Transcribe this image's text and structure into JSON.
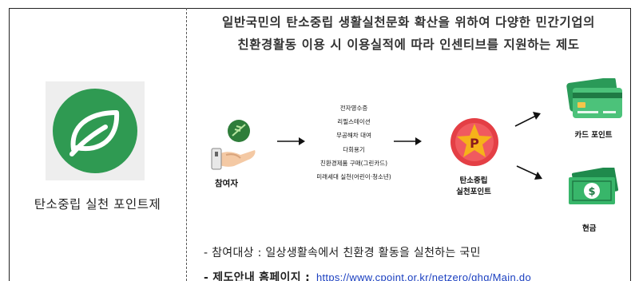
{
  "left": {
    "label": "탄소중립 실천 포인트제",
    "icon": "leaf-icon",
    "color": "#2f9a52"
  },
  "title": {
    "line1": "일반국민의 탄소중립 생활실천문화 확산을 위하여 다양한 민간기업의",
    "line2": "친환경활동 이용 시 이용실적에 따라 인센티브를 지원하는 제도"
  },
  "diagram": {
    "participant": {
      "label": "참여자",
      "icon": "hand-with-leaf-icon"
    },
    "activities": [
      "전자영수증",
      "리필스테이션",
      "무공해차 대여",
      "다회용기",
      "친환경제품 구매(그린카드)",
      "미래세대 실천(어린이·청소년)"
    ],
    "points": {
      "line1": "탄소중립",
      "line2": "실천포인트",
      "icon": "star-p-badge-icon"
    },
    "rewards": [
      {
        "label": "카드 포인트",
        "icon": "credit-card-icon"
      },
      {
        "label": "현금",
        "icon": "cash-icon"
      }
    ]
  },
  "info": {
    "target_label": "- 참여대상 : 일상생활속에서 친환경 활동을 실천하는 국민",
    "homepage_label": "- 제도안내 홈페이지 :",
    "homepage_url": "https://www.cpoint.or.kr/netzero/ghg/Main.do"
  }
}
